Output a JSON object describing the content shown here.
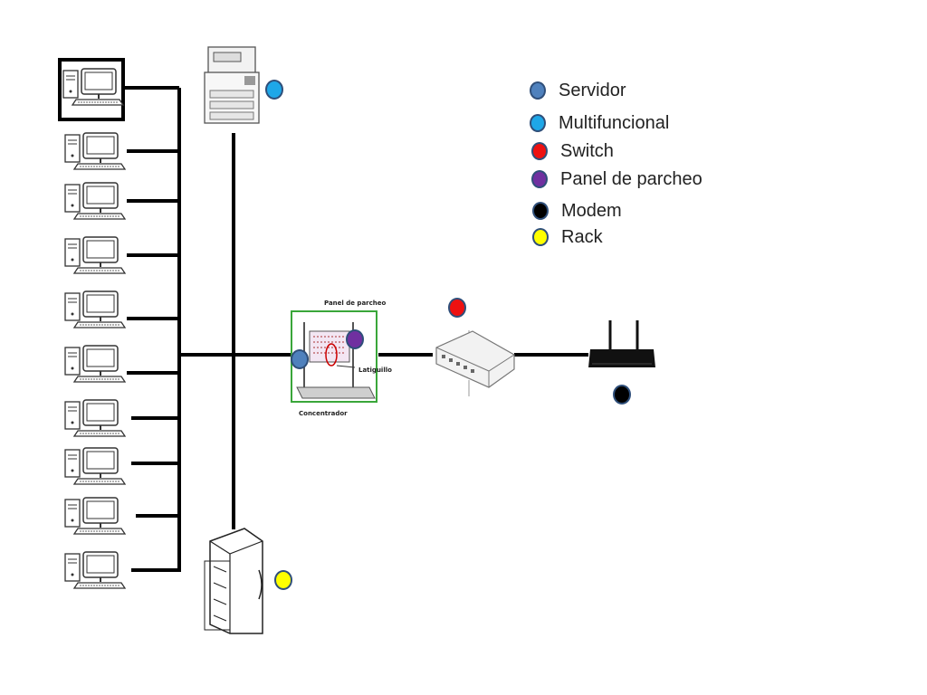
{
  "legend": [
    {
      "label": "Servidor",
      "color": "#4f81bd"
    },
    {
      "label": "Multifuncional",
      "color": "#1ea7e8"
    },
    {
      "label": "Switch",
      "color": "#ee1111"
    },
    {
      "label": "Panel de parcheo",
      "color": "#7030a0"
    },
    {
      "label": "Modem",
      "color": "#000000"
    },
    {
      "label": "Rack",
      "color": "#ffff00"
    }
  ],
  "patch_panel": {
    "title": "Panel de parcheo",
    "cable": "Latiguillo",
    "base": "Concentrador"
  },
  "workstations_count": 10,
  "icons": [
    "computer-icon",
    "printer-icon",
    "patch-panel-icon",
    "switch-icon",
    "router-icon",
    "rack-icon"
  ]
}
